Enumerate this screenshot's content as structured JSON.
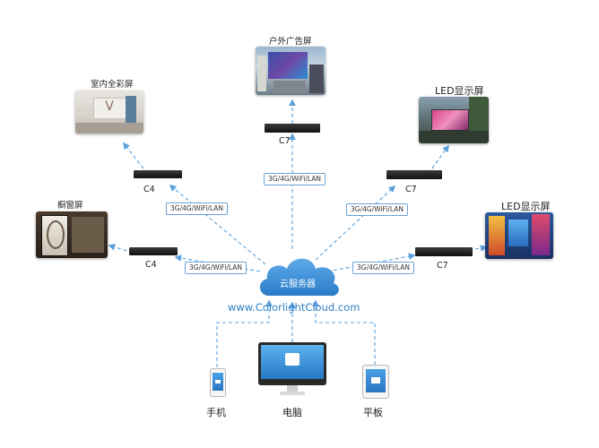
{
  "screens": {
    "outdoor_ad": "户外广告屏",
    "indoor_fullcolor": "室内全彩屏",
    "led_top": "LED显示屏",
    "window": "橱窗屏",
    "led_right": "LED显示屏"
  },
  "controllers": {
    "c4_upper": "C4",
    "c4_lower": "C4",
    "c7_top": "C7",
    "c7_upper": "C7",
    "c7_lower": "C7"
  },
  "network_labels": {
    "top": "3G/4G/WiFi/LAN",
    "left_upper": "3G/4G/WiFi/LAN",
    "left_lower": "3G/4G/WiFi/LAN",
    "right_upper": "3G/4G/WiFi/LAN",
    "right_lower": "3G/4G/WiFi/LAN"
  },
  "cloud": {
    "label": "云服务器",
    "url": "www.ColorlightCloud.com"
  },
  "clients": {
    "phone": "手机",
    "computer": "电脑",
    "tablet": "平板"
  },
  "colors": {
    "accent_blue": "#2f86d1",
    "dashed_line": "#5aa0dc",
    "cloud": "#3d8fd6"
  }
}
